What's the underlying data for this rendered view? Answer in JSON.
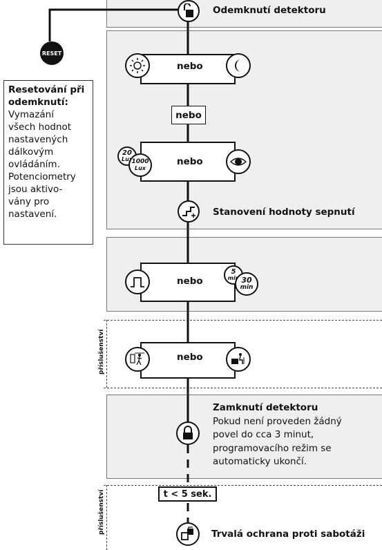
{
  "top_label": "Odemknutí detektoru",
  "reset_label": "RESET",
  "side_note": {
    "title": "Resetování při odemknutí:",
    "lines": [
      "Vymazání",
      "všech hodnot",
      "nastavených",
      "dálkovým",
      "ovládáním.",
      "Potenciometry",
      "jsou aktivo-",
      "vány pro",
      "nastavení."
    ]
  },
  "or_labels": {
    "block1": "nebo",
    "between": "nebo",
    "block2": "nebo",
    "block3": "nebo",
    "block4": "nebo"
  },
  "lux_icon": {
    "small": "20",
    "small_unit": "Lux",
    "big": "1000",
    "big_unit": "Lux"
  },
  "min_icon": {
    "small": "5",
    "small_unit": "min",
    "big": "30",
    "big_unit": "min"
  },
  "set_value_label": "Stanovení hodnoty sepnutí",
  "accessory_label_1": "příslušenství",
  "accessory_label_2": "příslušenství",
  "lock": {
    "title": "Zamknutí detektoru",
    "lines": [
      "Pokud není proveden žádný",
      "povel do cca 3 minut,",
      "programovacího režim se",
      "automaticky ukončí."
    ]
  },
  "timer_label": "t < 5 sek.",
  "tamper_label": "Trvalá ochrana proti sabotáži"
}
